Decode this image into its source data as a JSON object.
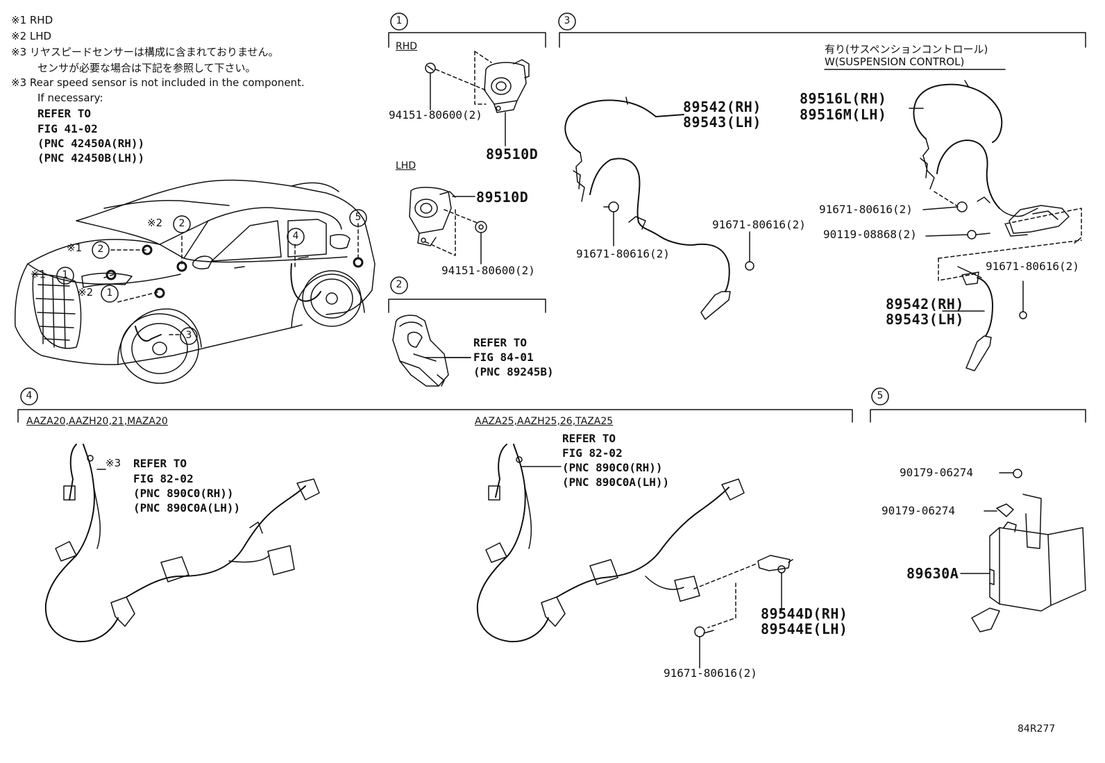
{
  "notes": {
    "n1": "※1 RHD",
    "n2": "※2 LHD",
    "n3_ja_1": "※3 リヤスピードセンサーは構成に含まれておりません。",
    "n3_ja_2": "センサが必要な場合は下記を参照して下さい。",
    "n3_en": "※3 Rear speed sensor is not included in the component.",
    "if_necessary": "If necessary:",
    "refer_1": "REFER TO",
    "refer_2": "FIG 41-02",
    "refer_3": "(PNC 42450A(RH))",
    "refer_4": "(PNC 42450B(LH))"
  },
  "vehicle_callouts": {
    "c1a": "※1",
    "c1b": "※1",
    "c2a": "※2",
    "c2b": "※2",
    "n1a": "1",
    "n1b": "1",
    "n2a": "2",
    "n2b": "2",
    "n3": "3",
    "n4": "4",
    "n5": "5"
  },
  "section1": {
    "num": "1",
    "rhd": "RHD",
    "lhd": "LHD",
    "bolt_top": "94151-80600(2)",
    "sensor_top": "89510D",
    "sensor_lhd": "89510D",
    "bolt_lhd": "94151-80600(2)"
  },
  "section2": {
    "num": "2",
    "refer_1": "REFER TO",
    "refer_2": "FIG 84-01",
    "refer_3": "(PNC 89245B)"
  },
  "section3": {
    "num": "3",
    "heading_ja": "有り(サスペンションコントロール)",
    "heading_en": "W(SUSPENSION CONTROL)",
    "p1": "89542(RH)",
    "p2": "89543(LH)",
    "bolt_a": "91671-80616(2)",
    "bolt_b": "91671-80616(2)",
    "p3": "89516L(RH)",
    "p4": "89516M(LH)",
    "bolt_c": "91671-80616(2)",
    "bolt_d": "90119-08868(2)",
    "bolt_e": "91671-80616(2)",
    "p5": "89542(RH)",
    "p6": "89543(LH)"
  },
  "section4": {
    "num": "4",
    "models_a": "AAZA20,AAZH20,21,MAZA20",
    "mark": "※3",
    "refer_a1": "REFER TO",
    "refer_a2": "FIG 82-02",
    "refer_a3": "(PNC 890C0(RH))",
    "refer_a4": "(PNC 890C0A(LH))",
    "models_b": "AAZA25,AAZH25,26,TAZA25",
    "refer_b1": "REFER TO",
    "refer_b2": "FIG 82-02",
    "refer_b3": "(PNC 890C0(RH))",
    "refer_b4": "(PNC 890C0A(LH))",
    "p1": "89544D(RH)",
    "p2": "89544E(LH)",
    "bolt": "91671-80616(2)"
  },
  "section5": {
    "num": "5",
    "bolt_a": "90179-06274",
    "bolt_b": "90179-06274",
    "part": "89630A"
  },
  "figure_id": "84R277"
}
